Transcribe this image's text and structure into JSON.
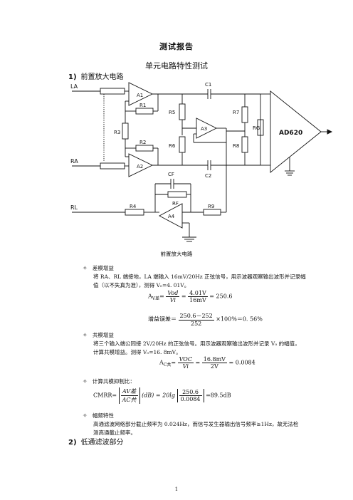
{
  "title": "测试报告",
  "subtitle": "单元电路特性测试",
  "section1": {
    "num": "1)",
    "label": "前置放大电路"
  },
  "section2": {
    "num": "2)",
    "label": "低通滤波部分"
  },
  "circuit": {
    "labels": {
      "LA": "LA",
      "RA": "RA",
      "RL": "RL",
      "A1": "A1",
      "A2": "A2",
      "A3": "A3",
      "A4": "A4",
      "R1": "R1",
      "R2": "R2",
      "R3": "R3",
      "R4": "R4",
      "R5": "R5",
      "R6": "R6",
      "R7": "R7",
      "R8": "R8",
      "R9": "R9",
      "RG": "RG",
      "RF": "RF",
      "C1": "C1",
      "C2": "C2",
      "CF": "CF",
      "AD620": "AD620"
    },
    "caption": "前置放大电路"
  },
  "diff_gain": {
    "bullet": "✧",
    "heading": "差模增益",
    "text1": "将 RA、RL 端接地，LA 端输入 16mV/20Hz 正弦信号，用示波器观察输出波形并记录幅",
    "text2": "值（以不失真为准），测得 Vₒ=4. 01V。",
    "eq_lhs": "A",
    "eq_lhs_sub": "V差",
    "eq_num1": "Vod",
    "eq_den1": "Vi",
    "eq_num2": "4.01V",
    "eq_den2": "16mV",
    "eq_result": "250.6",
    "err_label": "增益误差＝",
    "err_num": "250.6－252",
    "err_den": "252",
    "err_tail": "×100%＝0. 56%"
  },
  "common_gain": {
    "bullet": "✧",
    "heading": "共模增益",
    "text1": "将三个输入端公同接 2V/20Hz 的正弦信号。用示波器观察输出波形并记录 Vₒ 的幅值，",
    "text2": "计算共模增益。测得 Vₒ=16. 8mV。",
    "eq_lhs": "A",
    "eq_lhs_sub": "C共",
    "eq_num": "16.8mV",
    "eq_den": "2V",
    "eq_result": "0.0084",
    "eq_num_sym": "VOC",
    "eq_den_sym": "Vi"
  },
  "cmrr": {
    "bullet": "✧",
    "heading": "计算共模抑制比：",
    "label": "CMRR=",
    "num": "AV差",
    "den": "AC共",
    "unit1": "(dB)",
    "mid": "= 20lg",
    "num2": "250.6",
    "den2": "0.0084",
    "result": "=89.5dB"
  },
  "freq": {
    "bullet": "✧",
    "heading": "幅频特性",
    "text1": "高通滤波网络部分截止频率为 0.024Hz，而信号发生器输出信号频率≥1Hz，故无法检",
    "text2": "测高通截止频率。"
  },
  "page_number": "1"
}
